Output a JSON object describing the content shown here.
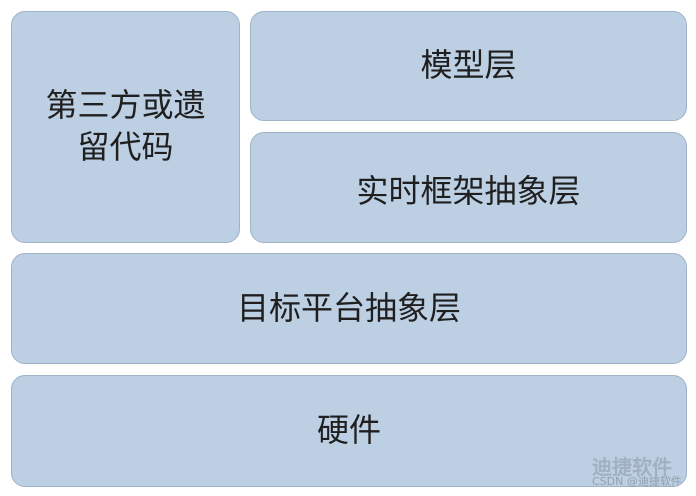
{
  "blocks": {
    "legacy_code": "第三方或遗留代码",
    "model_layer": "模型层",
    "realtime_framework_abstraction": "实时框架抽象层",
    "target_platform_abstraction": "目标平台抽象层",
    "hardware": "硬件"
  },
  "watermark": {
    "logo_text": "迪捷软件",
    "credit": "CSDN @迪捷软件"
  },
  "colors": {
    "block_fill": "#bccfe3",
    "block_border": "#9fb3c8",
    "text": "#1f1f1f"
  }
}
